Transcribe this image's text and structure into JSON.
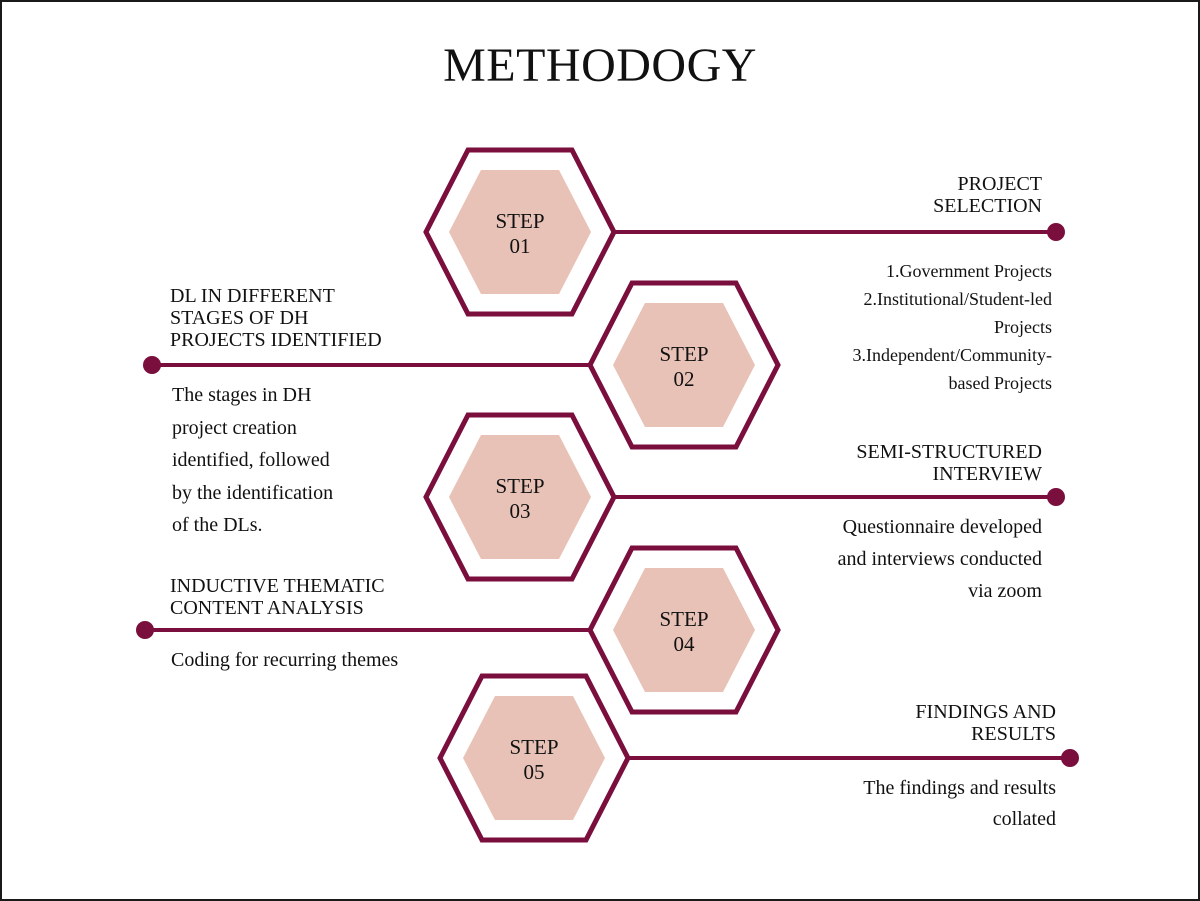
{
  "title": "METHODOGY",
  "colors": {
    "accent": "#7a0f3e",
    "hex_fill": "#e8c2b7",
    "background": "#ffffff",
    "border": "#1a1a1a"
  },
  "steps": [
    {
      "word": "STEP",
      "number": "01",
      "heading_lines": [
        "PROJECT",
        "SELECTION"
      ],
      "desc_lines": [
        "1.Government Projects",
        "2.Institutional/Student-led",
        "Projects",
        "3.Independent/Community-",
        "based Projects"
      ]
    },
    {
      "word": "STEP",
      "number": "02",
      "heading_lines": [
        "DL IN DIFFERENT",
        "STAGES OF DH",
        "PROJECTS IDENTIFIED"
      ],
      "desc_lines": [
        "The stages in DH",
        "project creation",
        "identified, followed",
        "by the identification",
        "of the DLs."
      ]
    },
    {
      "word": "STEP",
      "number": "03",
      "heading_lines": [
        "SEMI-STRUCTURED",
        "INTERVIEW"
      ],
      "desc_lines": [
        "Questionnaire developed",
        "and interviews conducted",
        "via zoom"
      ]
    },
    {
      "word": "STEP",
      "number": "04",
      "heading_lines": [
        "INDUCTIVE THEMATIC",
        "CONTENT ANALYSIS"
      ],
      "desc_lines": [
        "Coding for recurring themes"
      ]
    },
    {
      "word": "STEP",
      "number": "05",
      "heading_lines": [
        "FINDINGS AND",
        "RESULTS"
      ],
      "desc_lines": [
        "The findings and results",
        "collated"
      ]
    }
  ]
}
